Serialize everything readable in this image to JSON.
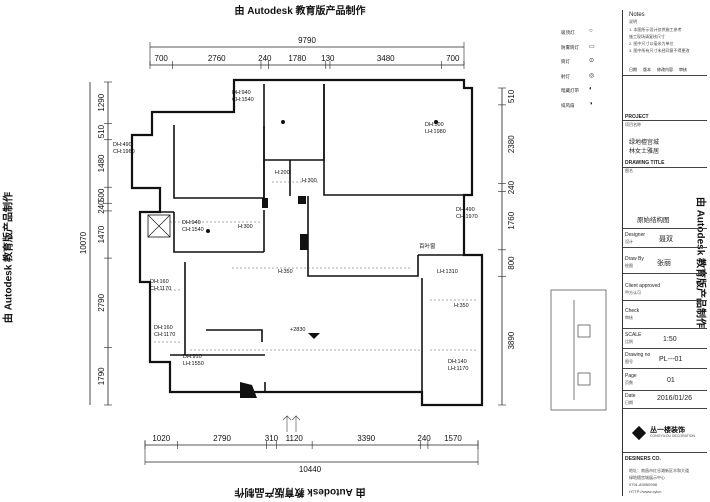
{
  "watermark": "由 Autodesk 教育版产品制作",
  "plan": {
    "top_total": "9790",
    "top_segments": [
      "700",
      "2760",
      "240",
      "1780",
      "130",
      "3480",
      "700"
    ],
    "bottom_total": "10440",
    "bottom_segments": [
      "1020",
      "2790",
      "310",
      "1120",
      "3390",
      "240",
      "1570"
    ],
    "left_total": "10070",
    "left_segments": [
      "1290",
      "510",
      "1480",
      "500",
      "240",
      "1470",
      "2790",
      "1790"
    ],
    "right_segments": [
      "510",
      "2380",
      "240",
      "1760",
      "800",
      "3890"
    ],
    "labels": [
      "DH:940\nCH:1540",
      "DH:500\nLH:1980",
      "DH:490\nCH:1960",
      "H:200",
      "H:300",
      "DH:940\nCH:1540",
      "H:300",
      "DH:490\nCH:1970",
      "H:350",
      "LH:1310",
      "DH:160\nCH:1170",
      "H:350",
      "DH:160\nCH:1170",
      "+2830",
      "DH:910\nLH:1550",
      "DH:140\nLH:1170"
    ],
    "window_label": "百叶窗"
  },
  "panel": {
    "notes_title": "Notes",
    "notes_sub": "说明",
    "notes": [
      "1. 本图所示设计仅供施工参考",
      "   施工现场请复核尺寸",
      "2. 图中尺寸以毫米为单位",
      "3. 图中所有尺寸未经同意不得更改"
    ],
    "rev_header": [
      "日期",
      "版本",
      "修改内容",
      "审核"
    ],
    "project_label": "PROJECT",
    "project_sub": "项目名称",
    "project_name": "绿地檀宫城",
    "project_client": "林女士雅居",
    "drawing_title_label": "DRAWING TITLE",
    "drawing_title_sub": "图名",
    "drawing_title": "原始结构图",
    "designer_label": "Designer",
    "designer_sub": "设计",
    "designer": "聂双",
    "drawn_label": "Draw By",
    "drawn_sub": "绘图",
    "drawn": "张丽",
    "client_label": "Client approved",
    "client_sub": "甲方认可",
    "check_label": "Check",
    "check_sub": "审核",
    "scale_label": "SCALE",
    "scale_sub": "比例",
    "scale": "1:50",
    "drawing_no_label": "Drawing no",
    "drawing_no_sub": "图号",
    "drawing_no": "PL---01",
    "page_label": "Page",
    "page_sub": "页数",
    "page": "01",
    "date_label": "Date",
    "date_sub": "日期",
    "date": "2016/01/26",
    "company": "丛一楼装饰",
    "company_en": "CONGYILOU DECORATION",
    "designers_label": "DESINERS CO.",
    "address": "地址：南昌市红谷滩新区丰和大道",
    "office": "绿地檀宫城展示中心",
    "phone": "0791-83950998",
    "website": "HTTP://www.cylcn"
  },
  "legend": [
    {
      "symbol": "○",
      "label": "吸顶灯"
    },
    {
      "symbol": "▭",
      "label": "防雾筒灯"
    },
    {
      "symbol": "⊙",
      "label": "筒灯"
    },
    {
      "symbol": "◎",
      "label": "射灯"
    },
    {
      "symbol": "◐",
      "label": "暗藏灯带"
    },
    {
      "symbol": "◑",
      "label": "排风扇"
    }
  ]
}
